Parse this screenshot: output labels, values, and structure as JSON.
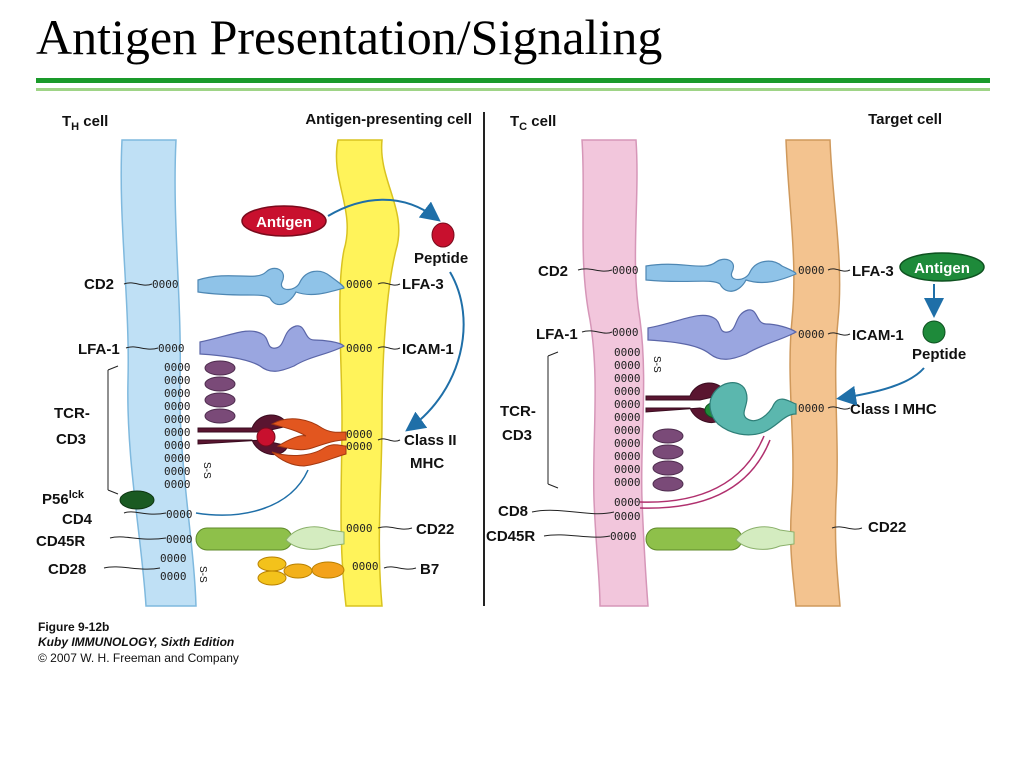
{
  "slide": {
    "title": "Antigen Presentation/Signaling"
  },
  "left_panel": {
    "th_cell_label": "T",
    "th_cell_sub": "H",
    "th_cell_suffix": " cell",
    "apc_label": "Antigen-presenting cell",
    "antigen": "Antigen",
    "peptide": "Peptide",
    "left_labels": {
      "cd2": "CD2",
      "lfa1": "LFA-1",
      "tcr": "TCR-",
      "cd3": "CD3",
      "p56": "P56",
      "p56_sup": "lck",
      "cd4": "CD4",
      "cd45r": "CD45R",
      "cd28": "CD28"
    },
    "right_labels": {
      "lfa3": "LFA-3",
      "icam1": "ICAM-1",
      "class2": "Class II",
      "mhc": "MHC",
      "cd22": "CD22",
      "b7": "B7"
    }
  },
  "right_panel": {
    "tc_cell_label": "T",
    "tc_cell_sub": "C",
    "tc_cell_suffix": " cell",
    "target_label": "Target cell",
    "antigen": "Antigen",
    "peptide": "Peptide",
    "left_labels": {
      "cd2": "CD2",
      "lfa1": "LFA-1",
      "tcr": "TCR-",
      "cd3": "CD3",
      "cd8": "CD8",
      "cd45r": "CD45R"
    },
    "right_labels": {
      "lfa3": "LFA-3",
      "icam1": "ICAM-1",
      "class1": "Class I MHC",
      "cd22": "CD22"
    }
  },
  "disulfide": "S-S",
  "caption": {
    "figure": "Figure 9-12b",
    "book": "Kuby IMMUNOLOGY, Sixth Edition",
    "copyright": "© 2007 W. H. Freeman and Company"
  },
  "colors": {
    "th_cell": "#bfe0f5",
    "apc": "#fff35a",
    "tc_cell": "#f2c6dc",
    "target": "#f3c38f",
    "antigen_red": "#c8102e",
    "antigen_green": "#1e8a3a",
    "title_rule": "#1a9a2a"
  }
}
